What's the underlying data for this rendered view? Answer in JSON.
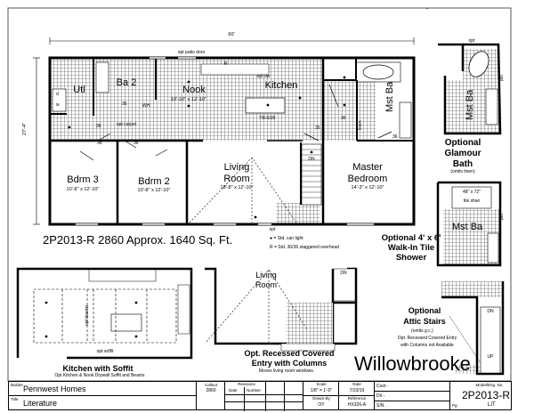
{
  "plan": {
    "overall_width": "60'",
    "overall_depth": "27'-4\"",
    "opt_patio_door": "opt patio door",
    "opt_bottom": "opt",
    "rooms": {
      "util": "Utl",
      "bath2": "Ba 2",
      "nook": {
        "name": "Nook",
        "size": "10'-10\" x 12'-10\""
      },
      "kitchen": {
        "name": "Kitchen",
        "note": "opt dw",
        "island": "7/8-32/8"
      },
      "master_bath": "Mst Ba",
      "bdrm3": {
        "name": "Bdrm 3",
        "size": "10'-8\" x 12'-10\""
      },
      "bdrm2": {
        "name": "Bdrm 2",
        "size": "10'-8\" x 12'-10\""
      },
      "living": {
        "name": "Living Room",
        "line1": "Living",
        "line2": "Room",
        "size": "18'-8\" x 12'-10\""
      },
      "master": {
        "name": "Master Bedroom",
        "line1": "Master",
        "line2": "Bedroom",
        "size": "14'-3\" x 12'-10\""
      }
    },
    "door_labels": [
      "36",
      "36",
      "36",
      "36",
      "36",
      "36",
      "36"
    ],
    "opt_carpet": "opt carpet",
    "stairs_dn": "DN",
    "appliance_labels": {
      "refrigerator": "R",
      "dryer": "d",
      "washer": "w",
      "water_heater": "WH",
      "linen": "linen"
    }
  },
  "model_heading": "2P2013-R 2860  Approx. 1640 Sq. Ft.",
  "legend": {
    "can_light": "= Std. can light",
    "overhead": "R = Std. 30/36 staggered overhead"
  },
  "options": {
    "glamour_bath": {
      "title_lines": [
        "Optional",
        "Glamour",
        "Bath"
      ],
      "note": "(omits linen)",
      "room": "Mst Ba",
      "opt1": "opt",
      "opt2": "opt"
    },
    "walkin_shower": {
      "title_lines": [
        "Optional 4' x 6'",
        "Walk-In Tile",
        "Shower"
      ],
      "shower": "48\" x 72\"",
      "shower_note": "tile shwr",
      "room": "Mst Ba",
      "opt": "opt"
    },
    "kitchen_soffit": {
      "title": "Kitchen with Soffit",
      "subtitle": "Opt Kitchen & Nook Drywall Soffit and Beams",
      "opt_beams": "opt beams",
      "opt_soffit": "opt soffit"
    },
    "recessed_entry": {
      "title_lines": [
        "Opt. Recessed Covered",
        "Entry with Columns"
      ],
      "note": "Moves living room windows.",
      "living1": "Living",
      "living2": "Room",
      "dn": "DN"
    },
    "attic_stairs": {
      "title_lines": [
        "Optional",
        "Attic Stairs"
      ],
      "note1": "(omits g.c.)",
      "note2": "Opt. Recessed Covered Entry",
      "note3": "with Columns not Available",
      "dn": "DN",
      "up": "UP"
    }
  },
  "series_name": "Willowbrooke",
  "title_block": {
    "builder_label": "Builder",
    "builder": "Pennwest Homes",
    "title_label": "Title",
    "title": "Literature",
    "callout_label": "Callout",
    "callout": "2860",
    "revisions_label": "Revisions",
    "rev_date_label": "Date",
    "rev_number_label": "Number",
    "scale_label": "Scale",
    "scale": "1/8\" = 1'-0\"",
    "date_label": "Date",
    "date": "7/23/19",
    "drawn_by_label": "Drawn By",
    "drawn_by": "OY",
    "reference_label": "Reference",
    "reference": "HX326-A",
    "cust_label": "Cust -",
    "dlr_label": "Dlr  -",
    "sn_label": "S/N  .",
    "model_label": "Model/Eng. No.",
    "model": "2P2013-R",
    "pg_label": "Pg:",
    "pg": "LIT"
  }
}
